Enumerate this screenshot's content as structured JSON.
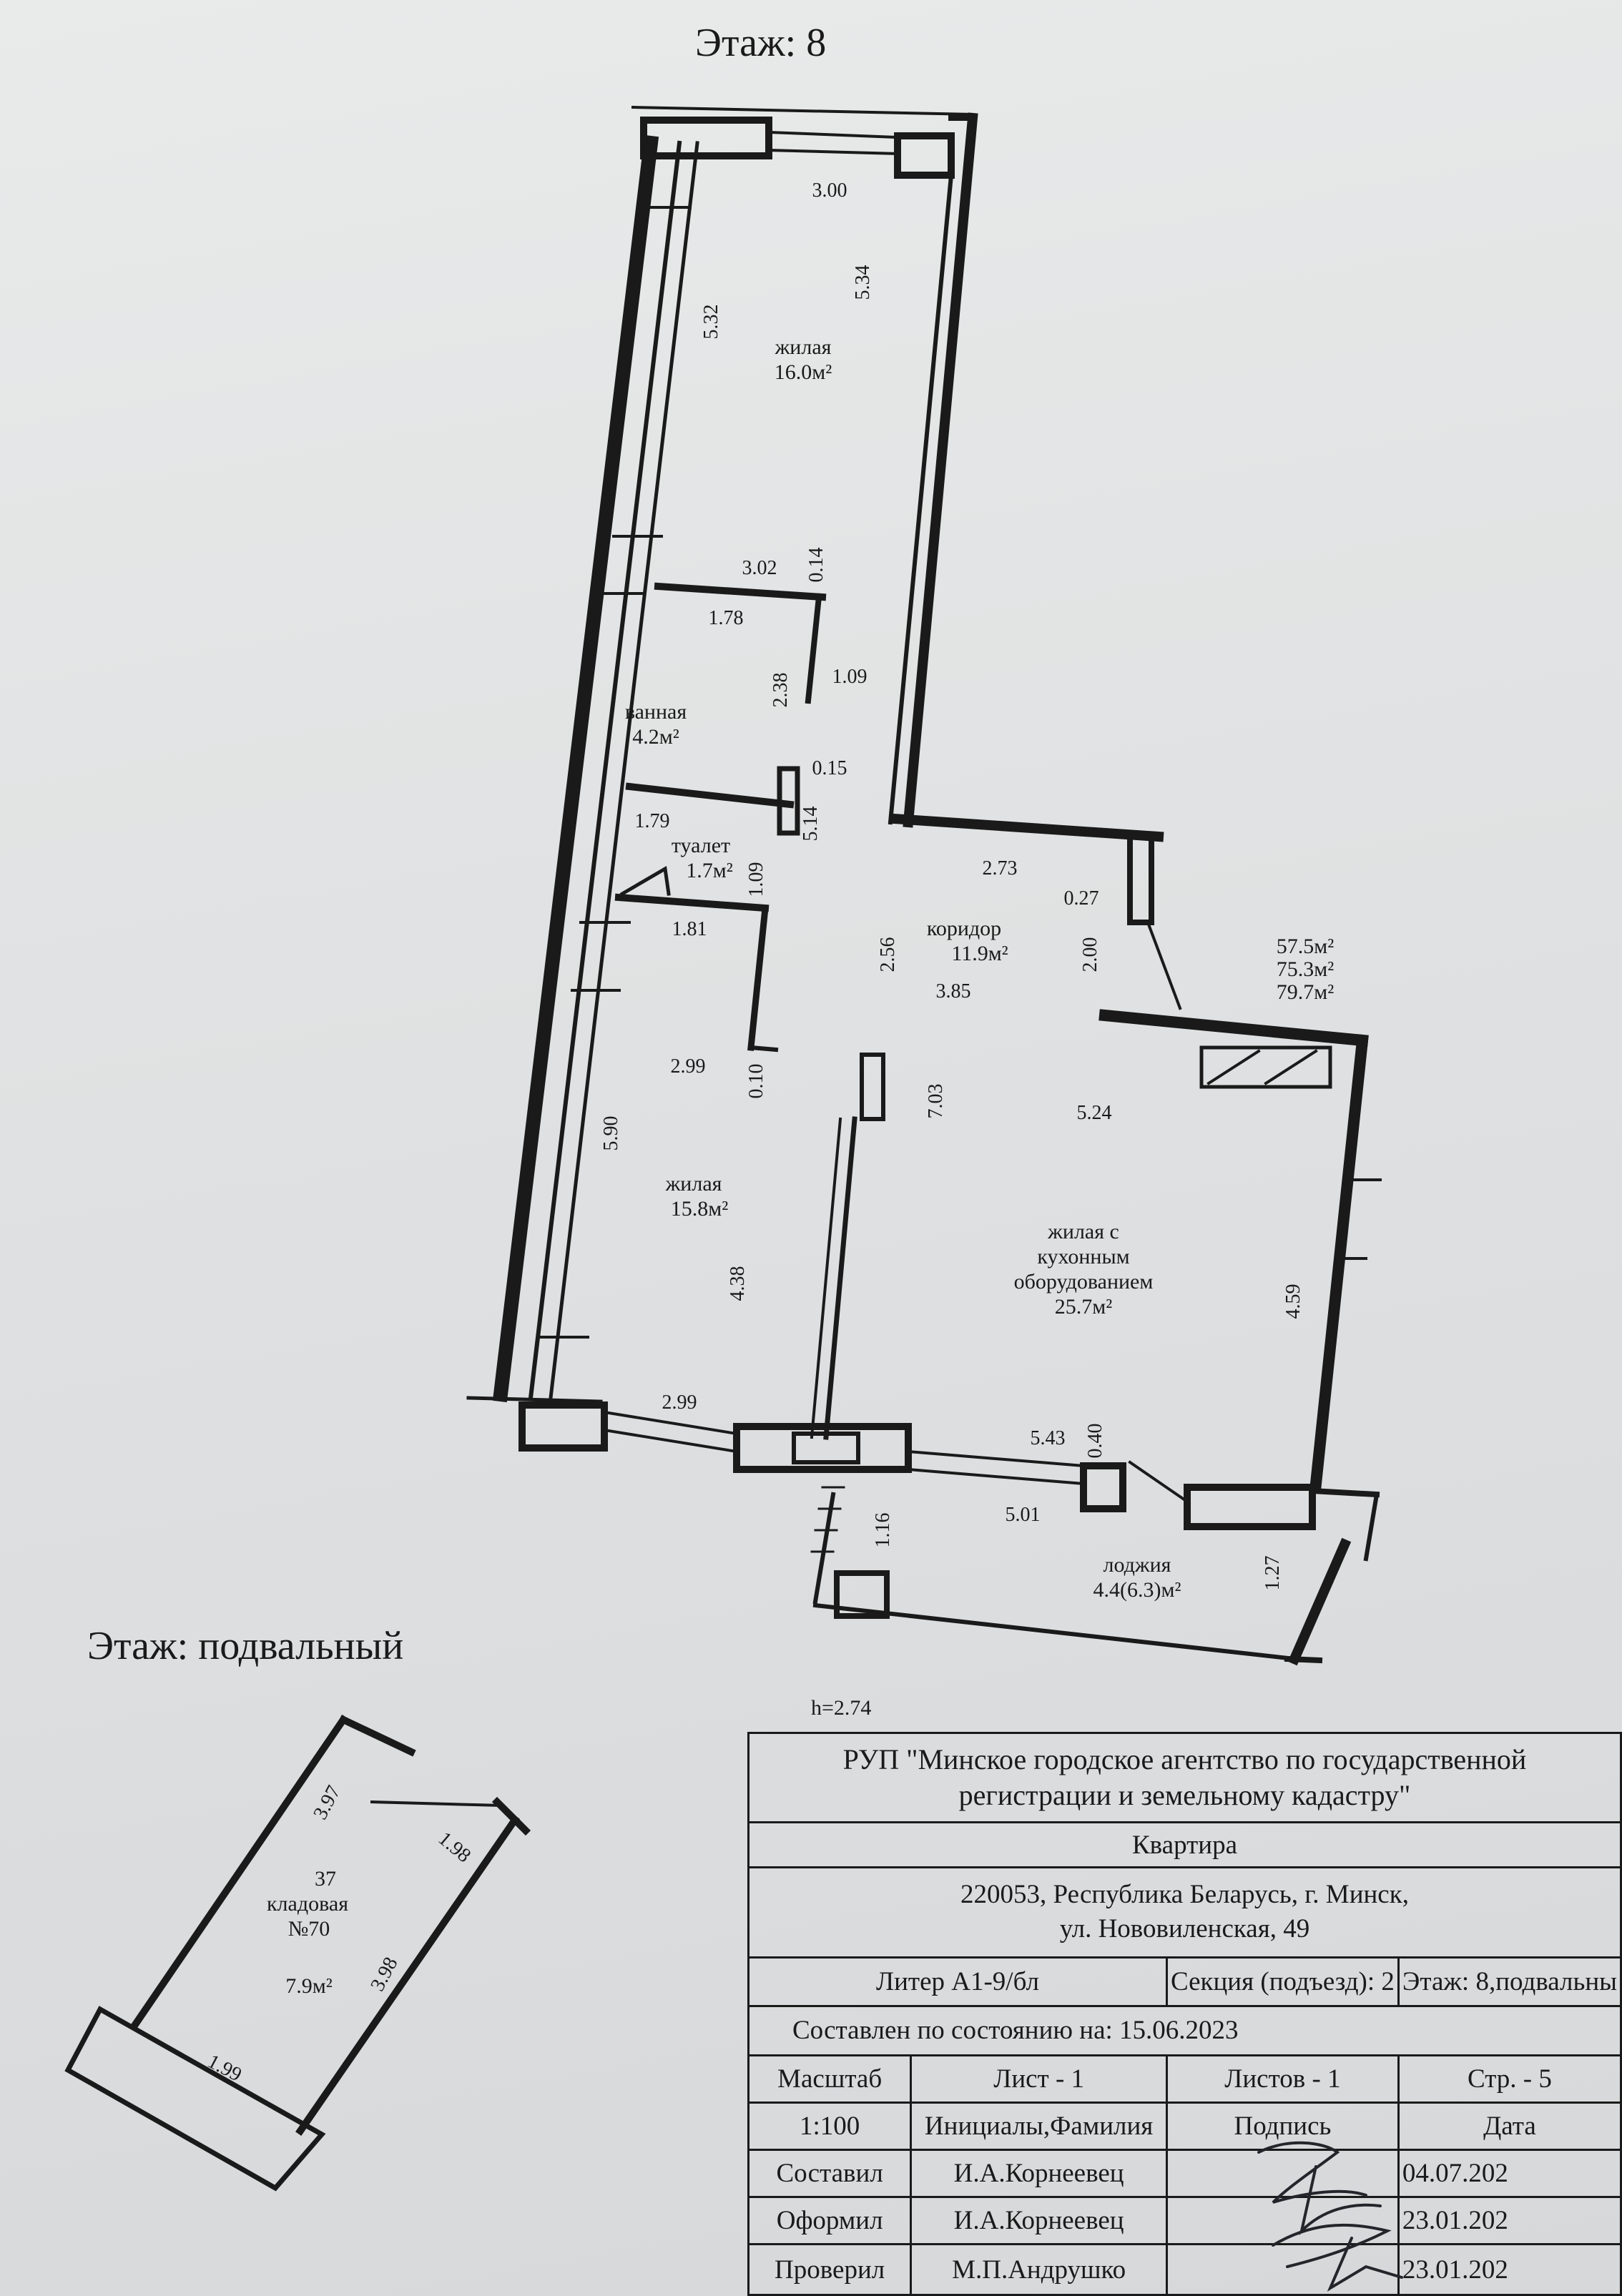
{
  "floors": {
    "floor8_title": "Этаж: 8",
    "basement_title": "Этаж: подвальный"
  },
  "ceiling_height": "h=2.74",
  "rooms": {
    "living1": {
      "name": "жилая",
      "area": "16.0м²"
    },
    "bath": {
      "name": "ванная",
      "area": "4.2м²"
    },
    "toilet": {
      "name": "туалет",
      "area": "1.7м²"
    },
    "corridor": {
      "name": "коридор",
      "area": "11.9м²"
    },
    "living2": {
      "name": "жилая",
      "area": "15.8м²"
    },
    "kitchen": {
      "name_l1": "жилая с",
      "name_l2": "кухонным",
      "name_l3": "оборудованием",
      "area": "25.7м²"
    },
    "loggia": {
      "name": "лоджия",
      "area": "4.4(6.3)м²"
    },
    "totals": [
      "57.5м²",
      "75.3м²",
      "79.7м²"
    ],
    "storage": {
      "number": "37",
      "name": "кладовая",
      "label": "№70",
      "area": "7.9м²"
    }
  },
  "dimensions": {
    "d300": "3.00",
    "d534": "5.34",
    "d532": "5.32",
    "d302": "3.02",
    "d014": "0.14",
    "d178": "1.78",
    "d238": "2.38",
    "d109a": "1.09",
    "d015": "0.15",
    "d179": "1.79",
    "d514": "5.14",
    "d109b": "1.09",
    "d181": "1.81",
    "d273": "2.73",
    "d027": "0.27",
    "d256": "2.56",
    "d200": "2.00",
    "d385": "3.85",
    "d299a": "2.99",
    "d010": "0.10",
    "d703": "7.03",
    "d524": "5.24",
    "d590": "5.90",
    "d438": "4.38",
    "d459": "4.59",
    "d299b": "2.99",
    "d543": "5.43",
    "d040": "0.40",
    "d116": "1.16",
    "d501": "5.01",
    "d127": "1.27",
    "b397": "3.97",
    "b198": "1.98",
    "b398": "3.98",
    "b199": "1.99"
  },
  "stamp": {
    "org_line1": "РУП \"Минское городское агентство по государственной",
    "org_line2": "регистрации и земельному кадастру\"",
    "object_type": "Квартира",
    "address_line1": "220053, Республика Беларусь, г. Минск,",
    "address_line2": "ул. Нововиленская, 49",
    "liter": "Литер А1-9/бл",
    "section": "Секция (подъезд): 2",
    "floor": "Этаж: 8,подвальны",
    "state_as_of": "Составлен по состоянию на: 15.06.2023",
    "scale_label": "Масштаб",
    "scale_value": "1:100",
    "sheet": "Лист - 1",
    "sheets": "Листов - 1",
    "page": "Стр. - 5",
    "initials_header": "Инициалы,Фамилия",
    "signature_header": "Подпись",
    "date_header": "Дата",
    "rows": [
      {
        "role": "Составил",
        "person": "И.А.Корнеевец",
        "date": "04.07.202"
      },
      {
        "role": "Оформил",
        "person": "И.А.Корнеевец",
        "date": "23.01.202"
      },
      {
        "role": "Проверил",
        "person": "М.П.Андрушко",
        "date": "23.01.202"
      }
    ]
  }
}
